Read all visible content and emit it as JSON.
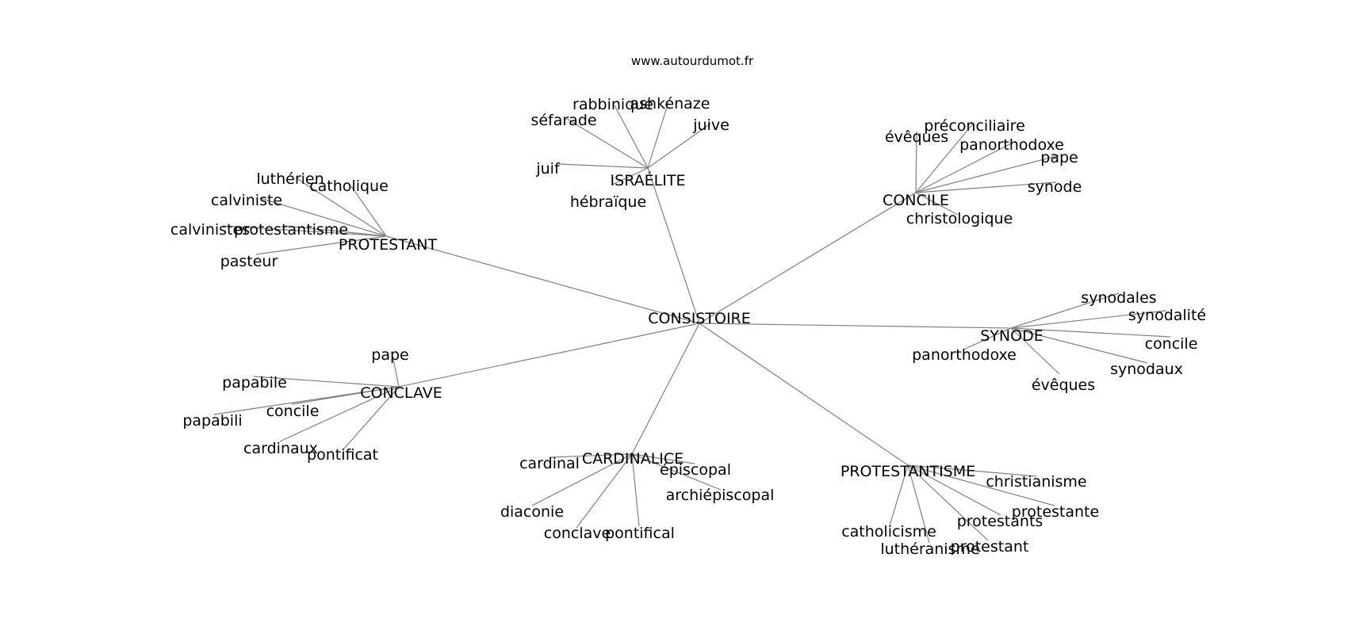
{
  "source": "www.autourdumot.fr",
  "center": "CONSISTOIRE",
  "hubs": [
    {
      "label": "ISRAÉLITE",
      "leaves": [
        "rabbinique",
        "ashkénaze",
        "séfarade",
        "juive",
        "juif",
        "hébraïque"
      ]
    },
    {
      "label": "CONCILE",
      "leaves": [
        "préconciliaire",
        "évêques",
        "panorthodoxe",
        "pape",
        "synode",
        "christologique"
      ]
    },
    {
      "label": "PROTESTANT",
      "leaves": [
        "luthérien",
        "catholique",
        "calviniste",
        "calvinistes",
        "protestantisme",
        "pasteur"
      ]
    },
    {
      "label": "SYNODE",
      "leaves": [
        "synodales",
        "synodalité",
        "concile",
        "panorthodoxe",
        "synodaux",
        "évêques"
      ]
    },
    {
      "label": "CONCLAVE",
      "leaves": [
        "pape",
        "papabile",
        "concile",
        "papabili",
        "cardinaux",
        "pontificat"
      ]
    },
    {
      "label": "CARDINALICE",
      "leaves": [
        "cardinal",
        "épiscopal",
        "archiépiscopal",
        "diaconie",
        "conclave",
        "pontifical"
      ]
    },
    {
      "label": "PROTESTANTISME",
      "leaves": [
        "christianisme",
        "protestante",
        "protestants",
        "catholicisme",
        "luthéranisme",
        "protestant"
      ]
    }
  ]
}
